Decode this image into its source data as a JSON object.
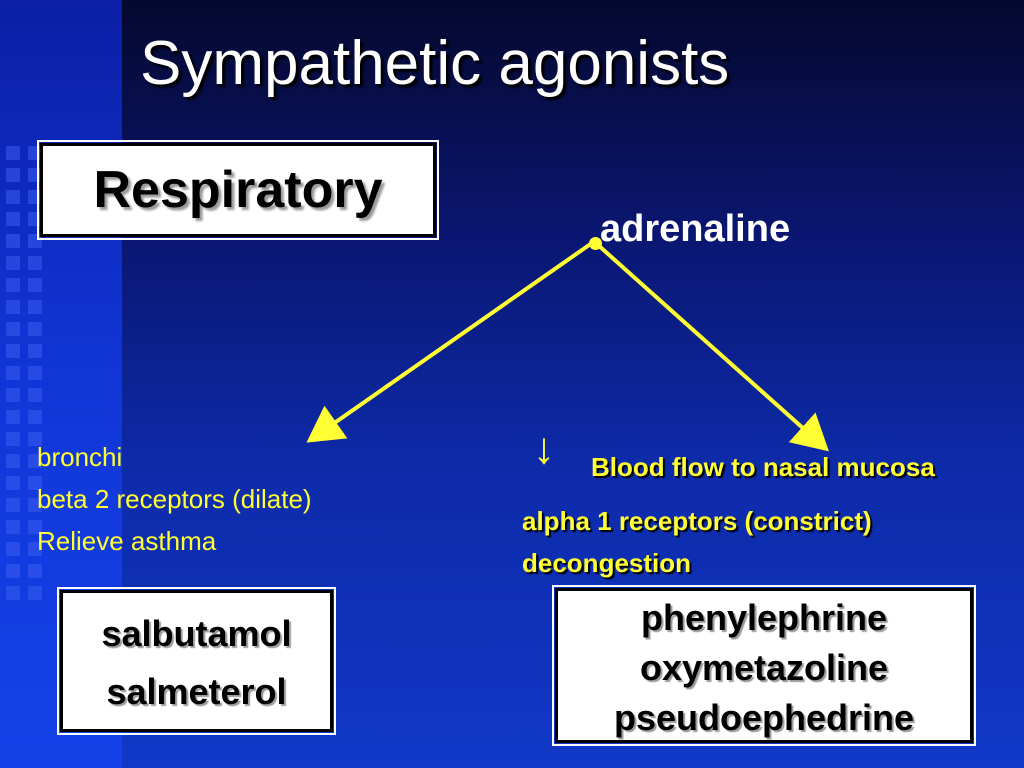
{
  "title": "Sympathetic agonists",
  "topic_box": "Respiratory",
  "root_drug": "adrenaline",
  "left_branch": {
    "lines": [
      "bronchi",
      "beta 2 receptors (dilate)",
      "Relieve asthma"
    ],
    "drugs": [
      "salbutamol",
      "salmeterol"
    ]
  },
  "right_branch": {
    "arrow_symbol": "↓",
    "effect": "Blood  flow to nasal mucosa",
    "lines": [
      "alpha 1 receptors (constrict)",
      "decongestion"
    ],
    "drugs": [
      "phenylephrine",
      "oxymetazoline",
      "pseudoephedrine"
    ]
  },
  "colors": {
    "accent_yellow": "#ffff33",
    "title_white": "#ffffff",
    "background_blue": "#0d2aa8"
  }
}
